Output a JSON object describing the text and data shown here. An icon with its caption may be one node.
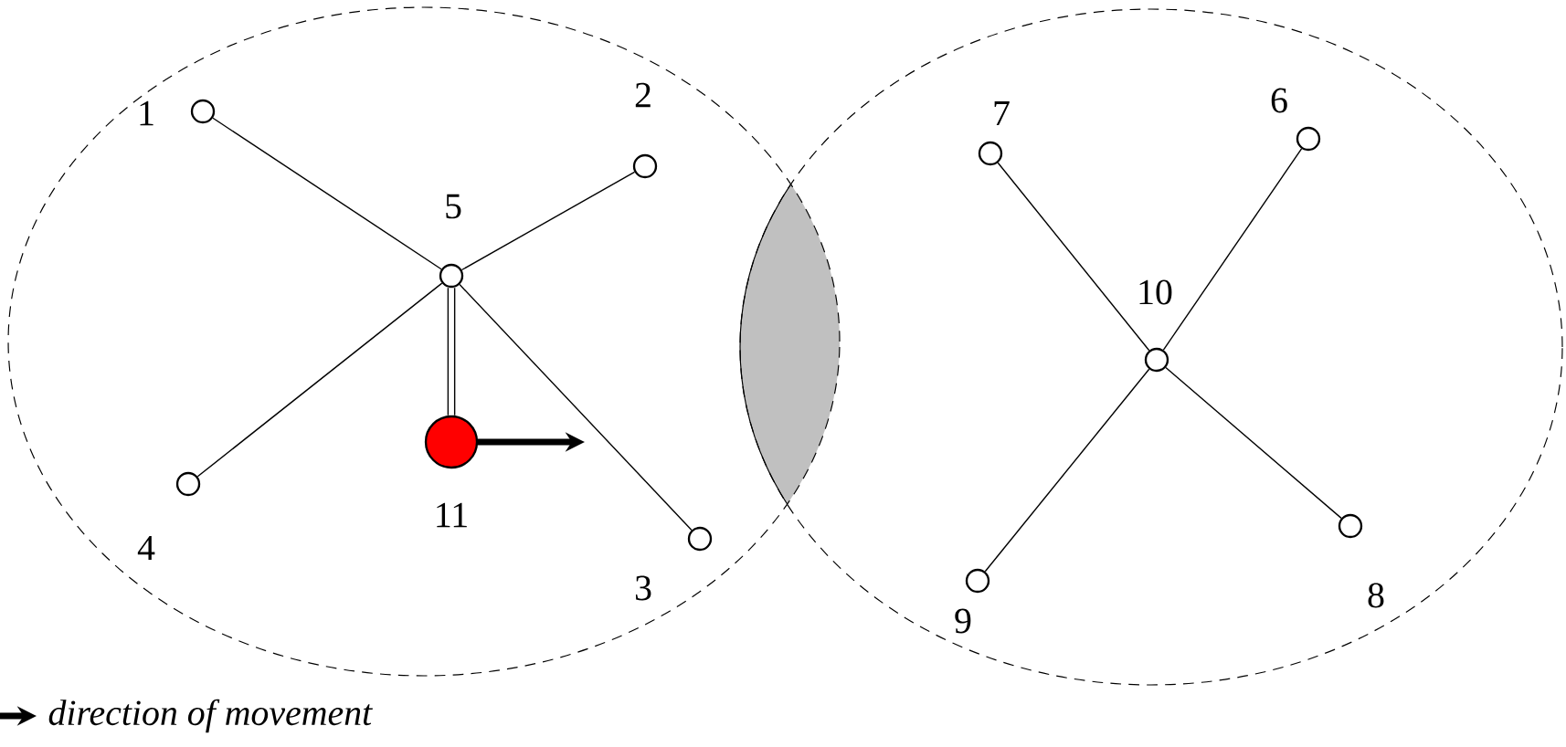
{
  "diagram": {
    "nodes": [
      {
        "text": [],
        "shape": "circle"
      },
      {
        "text": [],
        "shape": "circle"
      },
      {
        "text": [],
        "shape": "circle",
        "beside": [
          "1"
        ],
        "in": 0
      },
      {
        "text": [],
        "shape": "circle",
        "beside": [
          "2"
        ],
        "in": 0
      },
      {
        "text": [],
        "shape": "circle",
        "beside": [
          "3"
        ],
        "in": 0
      },
      {
        "text": [],
        "shape": "circle",
        "beside": [
          "4"
        ],
        "in": 0
      },
      {
        "text": [],
        "shape": "circle",
        "beside": [
          "5"
        ],
        "in": 0
      },
      {
        "text": [],
        "shape": "circle",
        "beside": [
          "6"
        ],
        "in": 1
      },
      {
        "text": [],
        "shape": "circle",
        "beside": [
          "7"
        ],
        "in": 1
      },
      {
        "text": [],
        "shape": "circle",
        "beside": [
          "8"
        ],
        "in": 1
      },
      {
        "text": [],
        "shape": "circle",
        "beside": [
          "9"
        ],
        "in": 1
      },
      {
        "text": [],
        "shape": "circle",
        "beside": [
          "10"
        ],
        "in": 1
      },
      {
        "text": [],
        "shape": "ball",
        "beside": [
          "11"
        ],
        "in": 0
      }
    ],
    "edges": [
      {
        "from": 2,
        "to": 6,
        "arrow": "none"
      },
      {
        "from": 3,
        "to": 6,
        "arrow": "none"
      },
      {
        "from": 4,
        "to": 6,
        "arrow": "none"
      },
      {
        "from": 5,
        "to": 6,
        "arrow": "none"
      },
      {
        "from": 12,
        "to": 6,
        "arrow": "none",
        "style": "thick"
      },
      {
        "from": 8,
        "to": 11,
        "arrow": "none"
      },
      {
        "from": 7,
        "to": 11,
        "arrow": "none"
      },
      {
        "from": 10,
        "to": 11,
        "arrow": "none"
      },
      {
        "from": 9,
        "to": 11,
        "arrow": "none"
      }
    ],
    "legend": [
      {
        "text": "direction of movement"
      }
    ]
  }
}
